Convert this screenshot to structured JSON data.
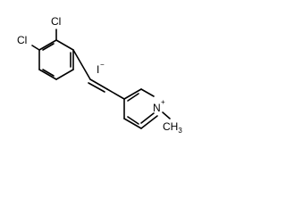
{
  "molecule": {
    "atoms": {
      "cl_upper": "Cl",
      "cl_lower": "Cl",
      "iodide": "I",
      "iodide_charge": "−",
      "nitrogen": "N",
      "nitrogen_charge": "+",
      "methyl": "CH",
      "methyl_subscript": "3"
    }
  }
}
